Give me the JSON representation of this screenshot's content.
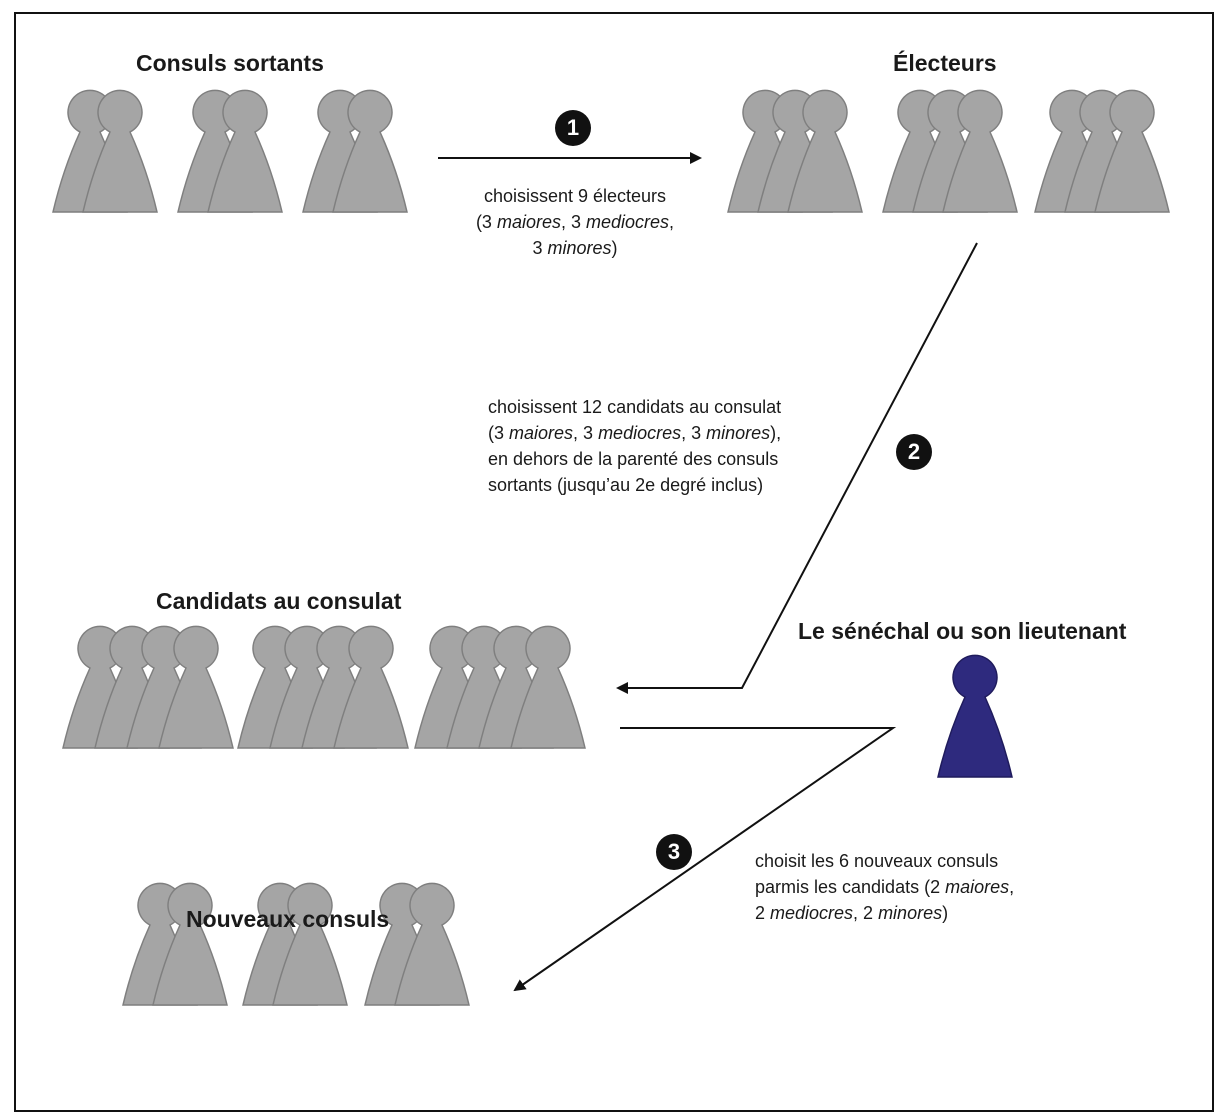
{
  "groups": {
    "outgoing": {
      "title": "Consuls sortants"
    },
    "electors": {
      "title": "Électeurs"
    },
    "candidates": {
      "title": "Candidats au consulat"
    },
    "seneschal": {
      "title": "Le sénéchal ou son lieutenant"
    },
    "new_consuls": {
      "title": "Nouveaux consuls"
    }
  },
  "steps": [
    {
      "number": "1",
      "lines": [
        "choisissent 9 électeurs",
        "(3 maiores, 3 mediocres,",
        "3 minores)"
      ]
    },
    {
      "number": "2",
      "lines": [
        "choisissent 12 candidats au consulat",
        "(3 maiores, 3 mediocres, 3 minores),",
        "en dehors de la parenté des consuls",
        "sortants (jusqu’au 2e degré inclus)"
      ]
    },
    {
      "number": "3",
      "lines": [
        "choisit les 6 nouveaux consuls",
        "parmis les candidats (2 maiores,",
        "2 mediocres, 2 minores)"
      ]
    }
  ],
  "italic_terms": [
    "maiores",
    "mediocres",
    "minores"
  ],
  "colors": {
    "figure_gray": "#a5a5a5",
    "figure_stroke": "#7f7f7f",
    "seneschal_blue": "#2e2a7e",
    "line": "#111111"
  }
}
